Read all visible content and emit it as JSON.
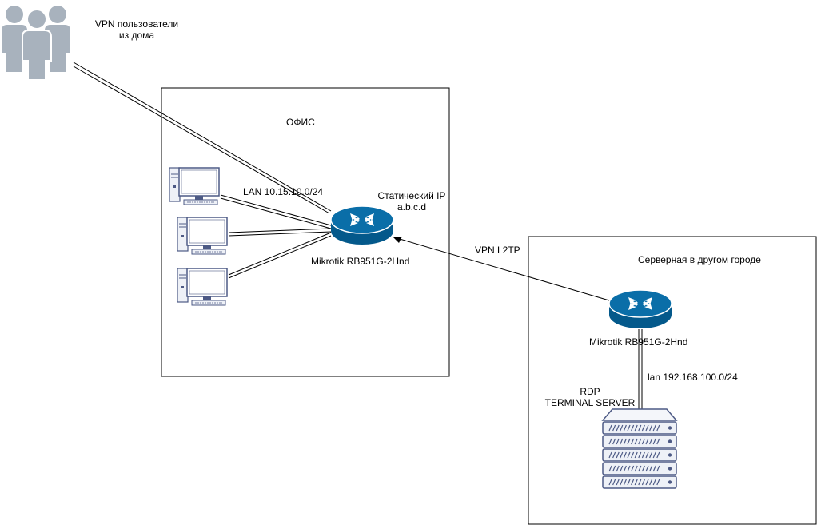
{
  "colors": {
    "users": "#a8b2bd",
    "router_fill": "#04598b",
    "router_top": "#0a6ea8",
    "device_stroke": "#4d5a85",
    "device_fill": "#eef1f7",
    "line": "#000000"
  },
  "nodes": {
    "vpn_users": {
      "icon": "users-icon",
      "label_line1": "VPN пользователи",
      "label_line2": "из дома"
    },
    "office": {
      "title": "ОФИС"
    },
    "office_router": {
      "icon": "router-icon",
      "label": "Mikrotik RB951G-2Hnd",
      "ip_line1": "Статический IP",
      "ip_line2": "a.b.c.d"
    },
    "office_lan": {
      "label": "LAN 10.15.10.0/24"
    },
    "workstations": [
      {
        "icon": "workstation-icon"
      },
      {
        "icon": "workstation-icon"
      },
      {
        "icon": "workstation-icon"
      }
    ],
    "server_room": {
      "title": "Серверная в  другом городе"
    },
    "remote_router": {
      "icon": "router-icon",
      "label": "Mikrotik RB951G-2Hnd"
    },
    "remote_lan": {
      "label": "lan 192.168.100.0/24"
    },
    "terminal_server": {
      "icon": "server-rack-icon",
      "label_line1": "RDP",
      "label_line2": "TERMINAL SERVER"
    }
  },
  "links": {
    "vpn_tunnel": {
      "label": "VPN L2TP"
    }
  }
}
